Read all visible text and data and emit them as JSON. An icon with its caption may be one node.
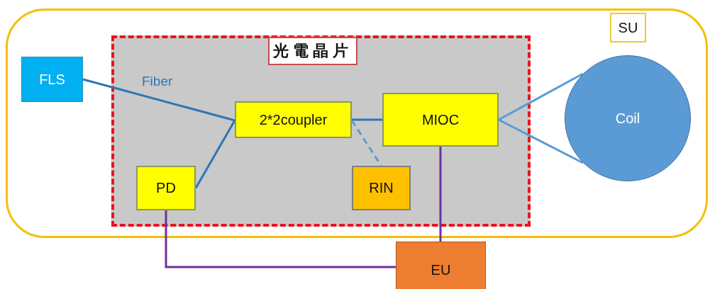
{
  "diagram": {
    "nodes": [
      {
        "text": [
          "SU"
        ]
      },
      {
        "text": [
          "光電晶片"
        ],
        "in": 0
      },
      {
        "text": [
          "FLS"
        ],
        "in": 0
      },
      {
        "text": [
          "2*2coupler"
        ],
        "in": 1
      },
      {
        "text": [
          "MIOC"
        ],
        "in": 1
      },
      {
        "text": [
          "PD"
        ],
        "in": 1
      },
      {
        "text": [
          "RIN"
        ],
        "in": 1
      },
      {
        "text": [
          "Coil"
        ],
        "in": 0
      },
      {
        "text": [
          "EU"
        ]
      }
    ],
    "edges": [
      {
        "from": 2,
        "to": 3,
        "arrow": "none",
        "label": "Fiber",
        "color": "#2e75b6"
      },
      {
        "from": 5,
        "to": 3,
        "arrow": "none",
        "color": "#2e75b6"
      },
      {
        "from": 3,
        "to": 4,
        "arrow": "none",
        "color": "#2e75b6"
      },
      {
        "from": 3,
        "to": 6,
        "arrow": "none",
        "style": "dashed",
        "color": "#5b9bd5"
      },
      {
        "from": 4,
        "to": 7,
        "arrow": "none",
        "color": "#5b9bd5"
      },
      {
        "from": 4,
        "to": 7,
        "arrow": "none",
        "color": "#5b9bd5"
      },
      {
        "from": 4,
        "to": 8,
        "arrow": "none",
        "color": "#7030a0"
      },
      {
        "from": 5,
        "to": 8,
        "arrow": "none",
        "color": "#7030a0"
      }
    ]
  }
}
